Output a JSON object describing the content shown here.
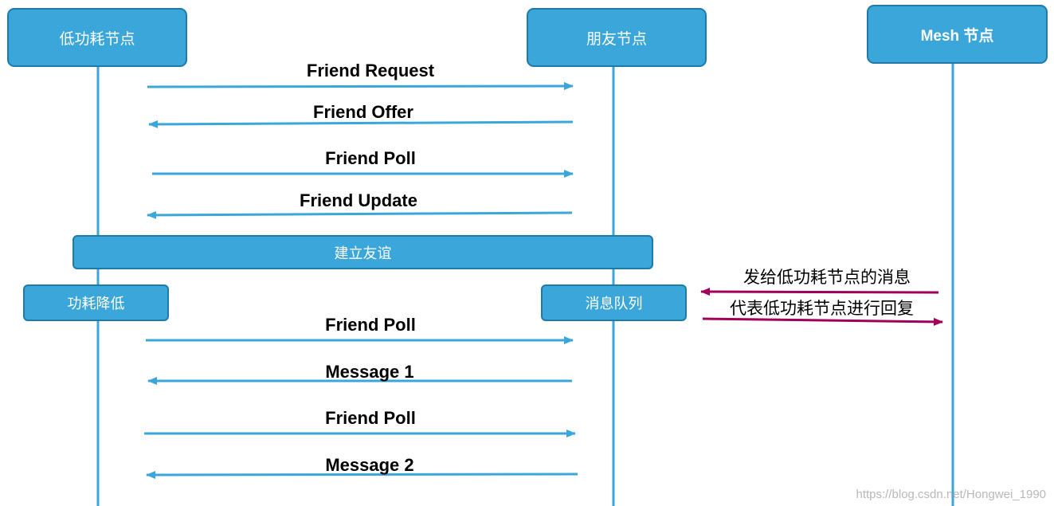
{
  "participants": {
    "low_power": "低功耗节点",
    "friend": "朋友节点",
    "mesh": "Mesh 节点"
  },
  "band": "建立友谊",
  "states": {
    "low_power": "功耗降低",
    "friend_queue": "消息队列"
  },
  "messages": {
    "m1": "Friend Request",
    "m2": "Friend Offer",
    "m3": "Friend Poll",
    "m4": "Friend Update",
    "m5": "Friend Poll",
    "m6": "Message 1",
    "m7": "Friend Poll",
    "m8": "Message 2"
  },
  "mesh_messages": {
    "incoming": "发给低功耗节点的消息",
    "reply": "代表低功耗节点进行回复"
  },
  "watermark": "https://blog.csdn.net/Hongwei_1990",
  "colors": {
    "box_fill": "#3aa6d9",
    "box_border": "#1f7aa8",
    "arrow_blue": "#3aa6d9",
    "arrow_magenta": "#a0005a"
  }
}
